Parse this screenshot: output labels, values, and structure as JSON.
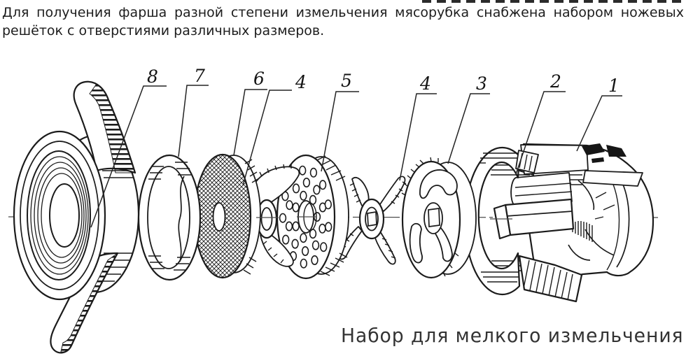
{
  "intro": {
    "line1": "Для получения фарша разной степени измельчения мясорубка снабжена набором ножевых",
    "line2": "решёток с отверстиями различных размеров."
  },
  "figure": {
    "caption": "Набор для мелкого измельчения",
    "ink_color": "#1b1b1b",
    "labels": [
      {
        "text": "8"
      },
      {
        "text": "7"
      },
      {
        "text": "6"
      },
      {
        "text": "4"
      },
      {
        "text": "5"
      },
      {
        "text": "4"
      },
      {
        "text": "3"
      },
      {
        "text": "2"
      },
      {
        "text": "1"
      }
    ]
  }
}
